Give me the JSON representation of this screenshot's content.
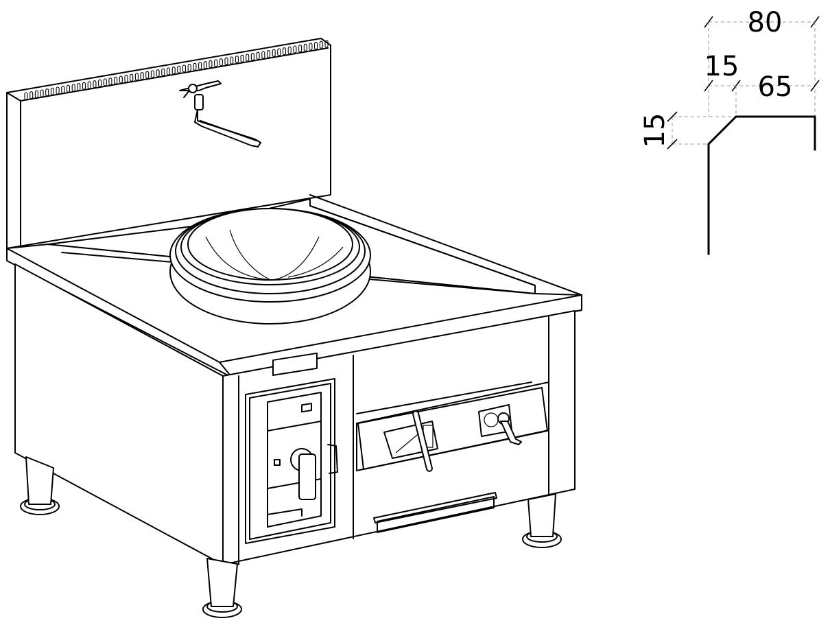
{
  "drawing": {
    "subject": "induction-wok-range",
    "colors": {
      "line": "#000000",
      "background": "#ffffff",
      "dimension_line": "#999999"
    }
  },
  "profile_detail": {
    "dimensions": {
      "overall_width": "80",
      "chamfer_width": "15",
      "flat_width": "65",
      "chamfer_height": "15"
    }
  }
}
